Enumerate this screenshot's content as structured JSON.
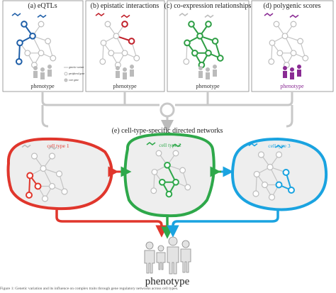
{
  "panels": [
    {
      "id": "a",
      "label": "(a) eQTLs",
      "phenotype": "phenotype",
      "color": "#1f5fa8"
    },
    {
      "id": "b",
      "label": "(b) epistatic interactions",
      "phenotype": "phenotype",
      "color": "#c0202a"
    },
    {
      "id": "c",
      "label": "(c) co-expression relationships",
      "phenotype": "phenotype",
      "color": "#2e9e45"
    },
    {
      "id": "d",
      "label": "(d) polygenic scores",
      "phenotype": "phenotype",
      "color": "#8a2b94"
    }
  ],
  "legend": {
    "genetic_variant": "genetic variant",
    "peripheral_gene": "peripheral gene",
    "core_gene": "core gene"
  },
  "section_e": {
    "label": "(e) cell-type-specific directed networks",
    "cells": [
      {
        "label": "cell type 1",
        "color": "#e0362c"
      },
      {
        "label": "cell type 2",
        "color": "#2ea84a"
      },
      {
        "label": "cell type 3",
        "color": "#1aa3e0"
      }
    ],
    "phenotype": "phenotype"
  },
  "caption": "Figure 1: Genetic variation and its influence on complex traits through gene regulatory networks across cell types."
}
